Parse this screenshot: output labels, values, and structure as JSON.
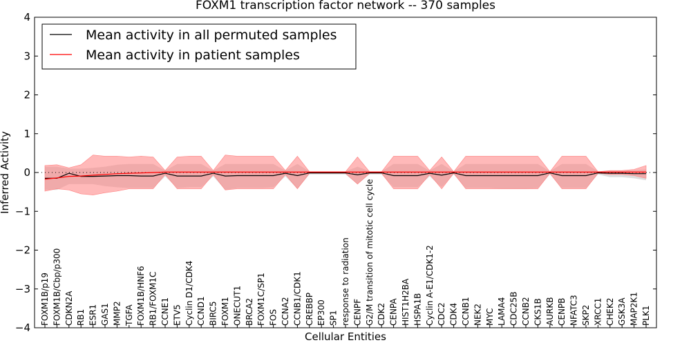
{
  "chart_data": {
    "type": "line",
    "title": "FOXM1 transcription factor network -- 370 samples",
    "xlabel": "Cellular Entities",
    "ylabel": "Inferred Activity",
    "ylim": [
      -4,
      4
    ],
    "yticks": [
      4,
      3,
      2,
      1,
      0,
      -1,
      -2,
      -3,
      -4
    ],
    "ytick_labels": [
      "4",
      "3",
      "2",
      "1",
      "0",
      "−1",
      "−2",
      "−3",
      "−4"
    ],
    "grid": false,
    "legend_position": "top-left",
    "reference_line": 0,
    "categories": [
      "FOXM1B/p19",
      "FOXM1B/Cbp/p300",
      "CDKN2A",
      "RB1",
      "ESR1",
      "GAS1",
      "MMP2",
      "TGFA",
      "FOXM1B/HNF6",
      "RB1/FOXM1C",
      "CCNE1",
      "ETV5",
      "Cyclin D1/CDK4",
      "CCND1",
      "BIRC5",
      "FOXM1",
      "ONECUT1",
      "BRCA2",
      "FOXM1C/SP1",
      "FOS",
      "CCNA2",
      "CCNB1/CDK1",
      "CREBBP",
      "EP300",
      "SP1",
      "response to radiation",
      "CENPF",
      "G2/M transition of mitotic cell cycle",
      "CDK2",
      "CENPA",
      "HIST1H2BA",
      "HSPA1B",
      "Cyclin A-E1/CDK1-2",
      "CDC2",
      "CDK4",
      "CCNB1",
      "NEK2",
      "MYC",
      "LAMA4",
      "CDC25B",
      "CCNB2",
      "CKS1B",
      "AURKB",
      "CENPB",
      "NFATC3",
      "SKP2",
      "XRCC1",
      "CHEK2",
      "GSK3A",
      "MAP2K1",
      "PLK1"
    ],
    "series": [
      {
        "name": "Mean activity in all permuted samples",
        "color": "#000000",
        "values": [
          -0.15,
          -0.15,
          -0.02,
          -0.1,
          -0.1,
          -0.09,
          -0.08,
          -0.08,
          -0.09,
          -0.09,
          -0.02,
          -0.09,
          -0.09,
          -0.09,
          -0.02,
          -0.09,
          -0.08,
          -0.08,
          -0.08,
          -0.08,
          -0.02,
          -0.08,
          -0.01,
          -0.01,
          -0.01,
          -0.01,
          -0.06,
          -0.01,
          -0.01,
          -0.08,
          -0.08,
          -0.08,
          -0.02,
          -0.07,
          -0.01,
          -0.08,
          -0.08,
          -0.08,
          -0.08,
          -0.08,
          -0.08,
          -0.08,
          -0.01,
          -0.08,
          -0.08,
          -0.08,
          -0.01,
          -0.02,
          -0.02,
          -0.03,
          -0.03
        ],
        "lower": [
          -0.45,
          -0.45,
          -0.3,
          -0.3,
          -0.3,
          -0.35,
          -0.38,
          -0.4,
          -0.4,
          -0.4,
          -0.1,
          -0.4,
          -0.38,
          -0.38,
          -0.1,
          -0.45,
          -0.4,
          -0.4,
          -0.4,
          -0.38,
          -0.1,
          -0.42,
          -0.05,
          -0.05,
          -0.05,
          -0.05,
          -0.3,
          -0.05,
          -0.05,
          -0.38,
          -0.38,
          -0.38,
          -0.1,
          -0.38,
          -0.05,
          -0.4,
          -0.4,
          -0.4,
          -0.42,
          -0.42,
          -0.42,
          -0.4,
          -0.05,
          -0.4,
          -0.4,
          -0.4,
          -0.05,
          -0.12,
          -0.12,
          -0.15,
          -0.2
        ],
        "upper": [
          0.15,
          0.15,
          0.1,
          0.1,
          0.12,
          0.15,
          0.2,
          0.22,
          0.22,
          0.22,
          0.05,
          0.22,
          0.22,
          0.22,
          0.05,
          0.22,
          0.22,
          0.22,
          0.22,
          0.22,
          0.05,
          0.22,
          0.03,
          0.03,
          0.03,
          0.03,
          0.15,
          0.03,
          0.03,
          0.22,
          0.22,
          0.22,
          0.05,
          0.22,
          0.03,
          0.22,
          0.22,
          0.22,
          0.22,
          0.22,
          0.22,
          0.22,
          0.03,
          0.22,
          0.22,
          0.22,
          0.03,
          0.05,
          0.05,
          0.06,
          0.08
        ]
      },
      {
        "name": "Mean activity in patient samples",
        "color": "#ff0000",
        "values": [
          -0.17,
          -0.14,
          -0.1,
          -0.09,
          -0.07,
          -0.05,
          -0.03,
          -0.02,
          -0.01,
          0.0,
          0.01,
          0.01,
          0.01,
          0.01,
          0.01,
          0.01,
          0.01,
          0.01,
          0.01,
          0.01,
          0.01,
          0.01,
          0.01,
          0.01,
          0.01,
          0.01,
          0.01,
          0.01,
          0.01,
          0.01,
          0.01,
          0.01,
          0.01,
          0.01,
          0.01,
          0.01,
          0.01,
          0.01,
          0.01,
          0.01,
          0.01,
          0.01,
          0.01,
          0.01,
          0.01,
          0.01,
          0.01,
          0.01,
          0.01,
          0.01,
          0.01
        ],
        "lower": [
          -0.48,
          -0.42,
          -0.45,
          -0.55,
          -0.58,
          -0.52,
          -0.48,
          -0.42,
          -0.42,
          -0.42,
          -0.05,
          -0.42,
          -0.42,
          -0.42,
          -0.05,
          -0.45,
          -0.42,
          -0.42,
          -0.42,
          -0.42,
          -0.05,
          -0.42,
          -0.02,
          -0.02,
          -0.02,
          -0.02,
          -0.3,
          -0.02,
          -0.02,
          -0.42,
          -0.42,
          -0.42,
          -0.05,
          -0.42,
          -0.02,
          -0.42,
          -0.42,
          -0.42,
          -0.42,
          -0.42,
          -0.42,
          -0.42,
          -0.02,
          -0.42,
          -0.42,
          -0.42,
          -0.02,
          -0.05,
          -0.05,
          -0.08,
          -0.15
        ],
        "upper": [
          0.18,
          0.2,
          0.12,
          0.2,
          0.45,
          0.42,
          0.42,
          0.4,
          0.42,
          0.4,
          0.05,
          0.4,
          0.42,
          0.42,
          0.05,
          0.45,
          0.42,
          0.42,
          0.42,
          0.42,
          0.05,
          0.42,
          0.02,
          0.02,
          0.02,
          0.02,
          0.4,
          0.02,
          0.02,
          0.42,
          0.42,
          0.42,
          0.05,
          0.4,
          0.02,
          0.42,
          0.42,
          0.42,
          0.42,
          0.42,
          0.42,
          0.42,
          0.02,
          0.42,
          0.42,
          0.42,
          0.02,
          0.05,
          0.05,
          0.08,
          0.18
        ]
      }
    ],
    "band_colors": {
      "permuted": "#b3b3b3",
      "patient": "#ff7f7f"
    }
  }
}
